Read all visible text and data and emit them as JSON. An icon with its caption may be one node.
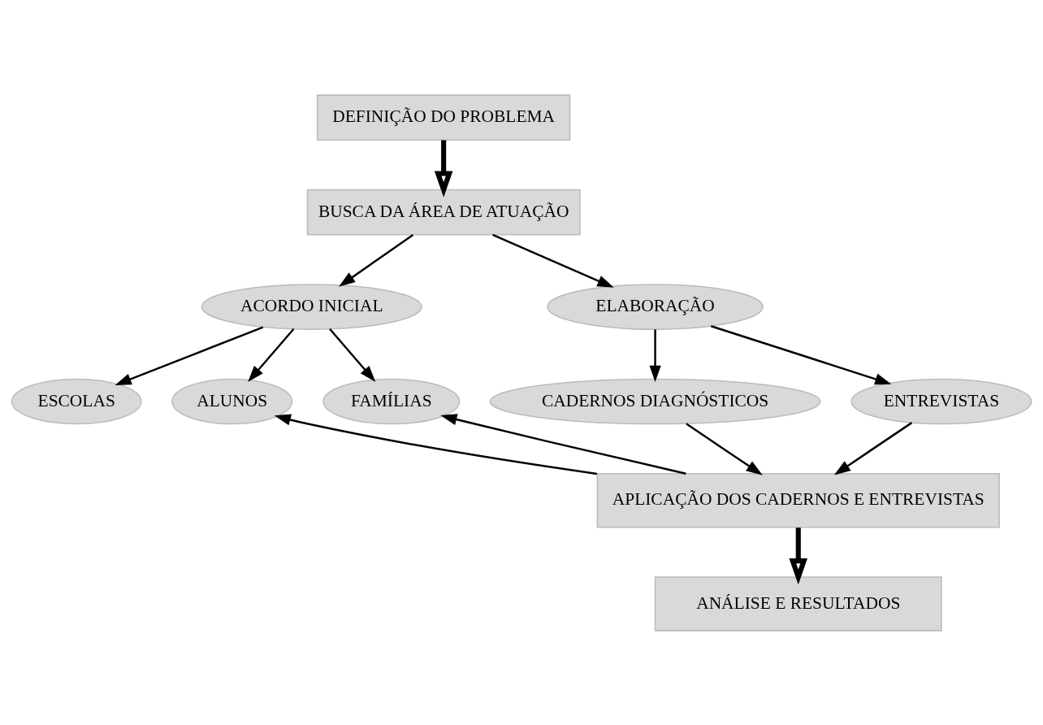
{
  "diagram": {
    "nodes": [
      {
        "text": [
          "DEFINIÇÃO DO PROBLEMA"
        ]
      },
      {
        "text": [
          "BUSCA DA ÁREA DE ATUAÇÃO"
        ]
      },
      {
        "text": [
          "ACORDO INICIAL"
        ]
      },
      {
        "text": [
          "ELABORAÇÃO"
        ]
      },
      {
        "text": [
          "ESCOLAS"
        ]
      },
      {
        "text": [
          "ALUNOS"
        ]
      },
      {
        "text": [
          "FAMÍLIAS"
        ]
      },
      {
        "text": [
          "CADERNOS DIAGNÓSTICOS"
        ]
      },
      {
        "text": [
          "ENTREVISTAS"
        ]
      },
      {
        "text": [
          "APLICAÇÃO DOS CADERNOS E ENTREVISTAS"
        ]
      },
      {
        "text": [
          "ANÁLISE E RESULTADOS"
        ]
      }
    ],
    "edges": [
      {
        "from": 0,
        "to": 1,
        "arrow": "to",
        "style": "thick"
      },
      {
        "from": 1,
        "to": 2,
        "arrow": "to"
      },
      {
        "from": 1,
        "to": 3,
        "arrow": "to"
      },
      {
        "from": 2,
        "to": 4,
        "arrow": "to"
      },
      {
        "from": 2,
        "to": 5,
        "arrow": "to"
      },
      {
        "from": 2,
        "to": 6,
        "arrow": "to"
      },
      {
        "from": 3,
        "to": 7,
        "arrow": "to"
      },
      {
        "from": 3,
        "to": 8,
        "arrow": "to"
      },
      {
        "from": 9,
        "to": 5,
        "arrow": "to"
      },
      {
        "from": 9,
        "to": 6,
        "arrow": "to"
      },
      {
        "from": 7,
        "to": 9,
        "arrow": "to"
      },
      {
        "from": 8,
        "to": 9,
        "arrow": "to"
      },
      {
        "from": 9,
        "to": 10,
        "arrow": "to",
        "style": "thick"
      }
    ]
  }
}
